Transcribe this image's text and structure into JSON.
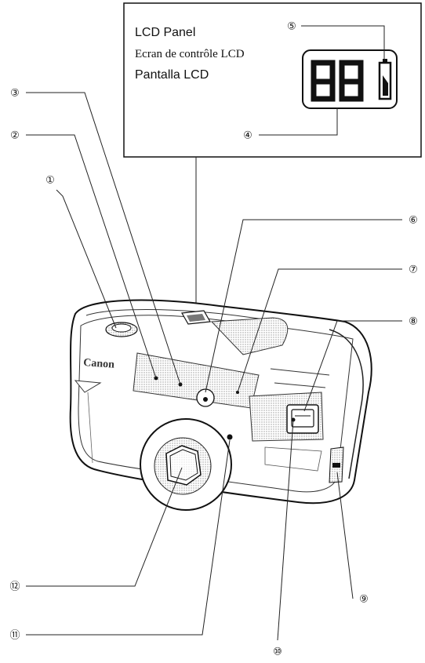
{
  "lcd_panel": {
    "title_en": "LCD Panel",
    "title_fr": "Ecran de contrôle LCD",
    "title_es": "Pantalla LCD",
    "digits": "88"
  },
  "camera": {
    "brand": "Canon"
  },
  "callouts": [
    {
      "id": 1,
      "label": "①"
    },
    {
      "id": 2,
      "label": "②"
    },
    {
      "id": 3,
      "label": "③"
    },
    {
      "id": 4,
      "label": "④"
    },
    {
      "id": 5,
      "label": "⑤"
    },
    {
      "id": 6,
      "label": "⑥"
    },
    {
      "id": 7,
      "label": "⑦"
    },
    {
      "id": 8,
      "label": "⑧"
    },
    {
      "id": 9,
      "label": "⑨"
    },
    {
      "id": 10,
      "label": "⑩"
    },
    {
      "id": 11,
      "label": "⑪"
    },
    {
      "id": 12,
      "label": "⑫"
    }
  ]
}
